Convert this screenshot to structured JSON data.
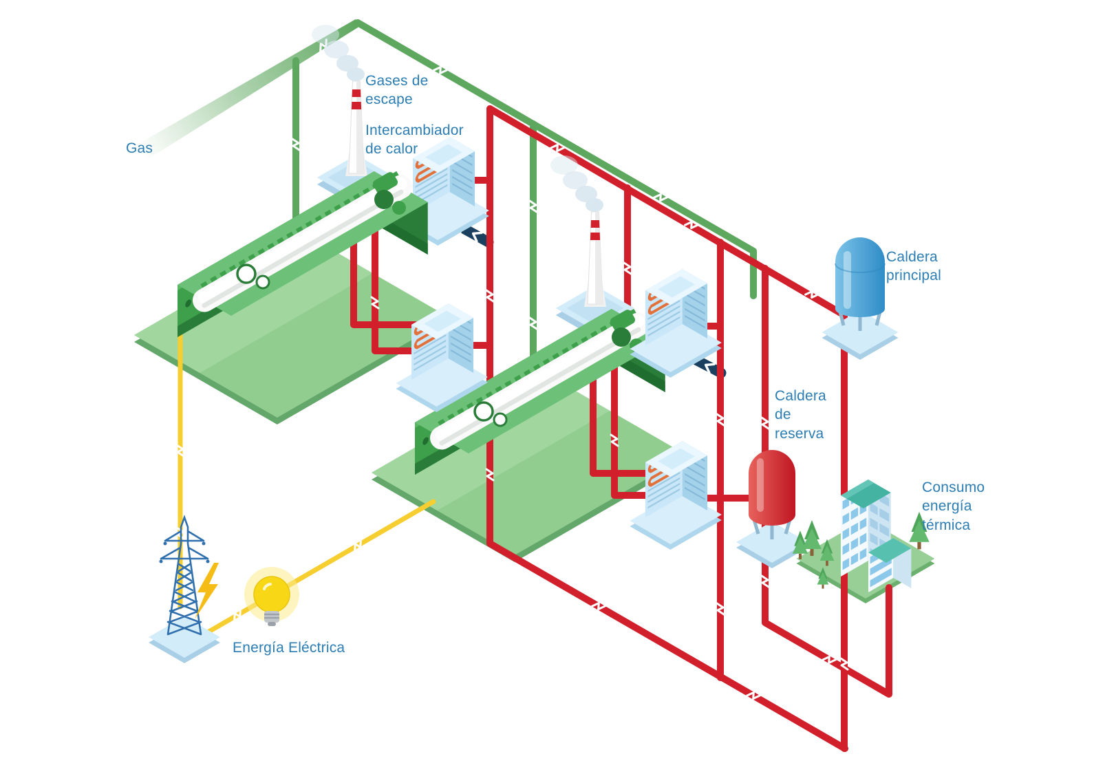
{
  "diagram": {
    "labels": {
      "gas": "Gas",
      "exhaust_gases": "Gases de\nescape",
      "heat_exchanger": "Intercambiador\nde calor",
      "main_boiler": "Caldera\nprincipal",
      "reserve_boiler": "Caldera\nde\nreserva",
      "thermal_consumption": "Consumo\nenergía\ntérmica",
      "electric_energy": "Energía Eléctrica"
    },
    "colors": {
      "gas_pipe_green": "#5ea75f",
      "hot_water_pipe_red": "#d1202b",
      "exhaust_pipe_navy": "#1b3f5e",
      "electricity_yellow": "#f6ce2f",
      "label_blue": "#2b7db3"
    },
    "components": [
      "gas-engine-generator-1",
      "gas-engine-generator-2",
      "chimney-1",
      "chimney-2",
      "heat-exchanger-1",
      "heat-exchanger-2",
      "heat-exchanger-3",
      "heat-exchanger-4",
      "main-boiler-tank",
      "reserve-boiler-tank",
      "consumer-building",
      "power-pylon",
      "lightning-bolt-icon",
      "light-bulb-icon"
    ]
  }
}
